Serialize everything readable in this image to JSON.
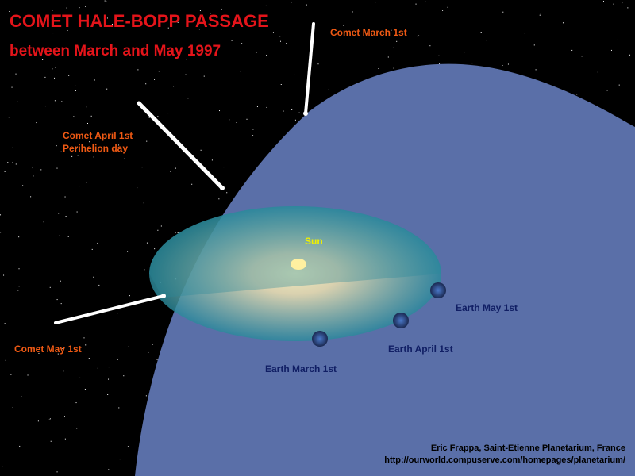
{
  "title": "COMET HALE-BOPP PASSAGE",
  "subtitle": "between March and May 1997",
  "labels": {
    "comet_march": "Comet March 1st",
    "comet_april_1": "Comet April 1st",
    "comet_april_2": "Perihelion day",
    "comet_may": "Comet May 1st",
    "sun": "Sun",
    "earth_march": "Earth March 1st",
    "earth_april": "Earth April 1st",
    "earth_may": "Earth May 1st"
  },
  "credit": {
    "author": "Eric Frappa, Saint-Etienne Planetarium, France",
    "url": "http://ourworld.compuserve.com/homepages/planetarium/"
  }
}
